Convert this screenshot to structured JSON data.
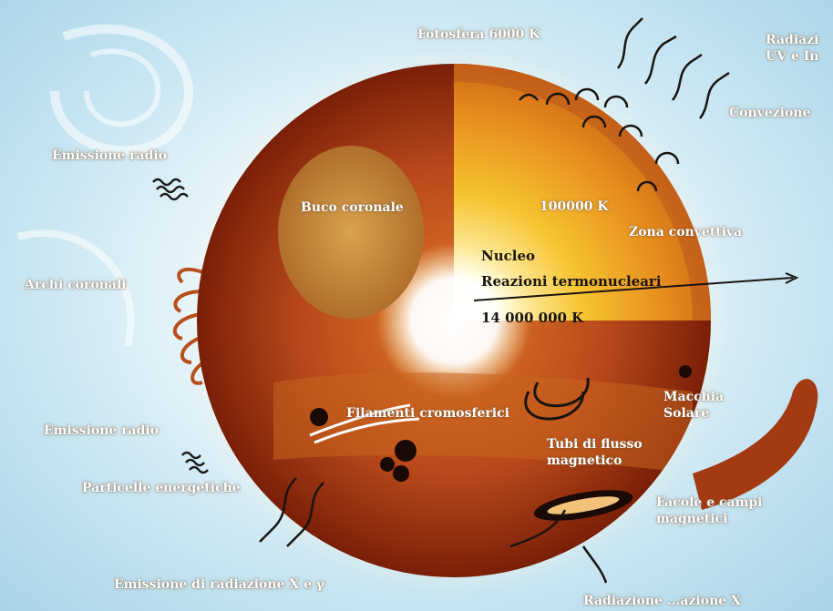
{
  "labels": {
    "fotosfera": "Fotosfera 6000 K",
    "radiazione_uv_ir_line1": "Radiazi",
    "radiazione_uv_ir_line2": "UV e In",
    "convezione": "Convezione",
    "emissione_radio_top": "Emissione radio",
    "buco_coronale": "Buco coronale",
    "temp_100000": "100000 K",
    "zona_convettiva": "Zona convettiva",
    "archi_coronali": "Archi coronali",
    "nucleo": "Nucleo",
    "reazioni": "Reazioni termonucleari",
    "temp_core": "14 000 000 K",
    "macchia_line1": "Macchia",
    "macchia_line2": "Solare",
    "filamenti": "Filamenti cromosferici",
    "emissione_radio_bottom": "Emissione radio",
    "tubi_line1": "Tubi di flusso",
    "tubi_line2": "magnetico",
    "particelle": "Particelle energetiche",
    "facole_line1": "Facole e campi",
    "facole_line2": "magnetici",
    "emissione_x": "Emissione di radiazione X e γ",
    "radiazione_bottom": "Radiazione ...azione X"
  },
  "colors": {
    "sky_light": "#eaf6fb",
    "sky_blue": "#a9d4e8",
    "sun_dark": "#8a2a0a",
    "sun_mid": "#c0561a",
    "sun_yellow": "#f4c430",
    "core_white": "#ffffff",
    "label_white": "#ffffff",
    "label_dark": "#1a1410"
  },
  "icons": [
    "radio-wave-icon",
    "particle-stream-icon",
    "radiation-arrow-icon",
    "convection-cell-icon",
    "sunspot-icon"
  ]
}
